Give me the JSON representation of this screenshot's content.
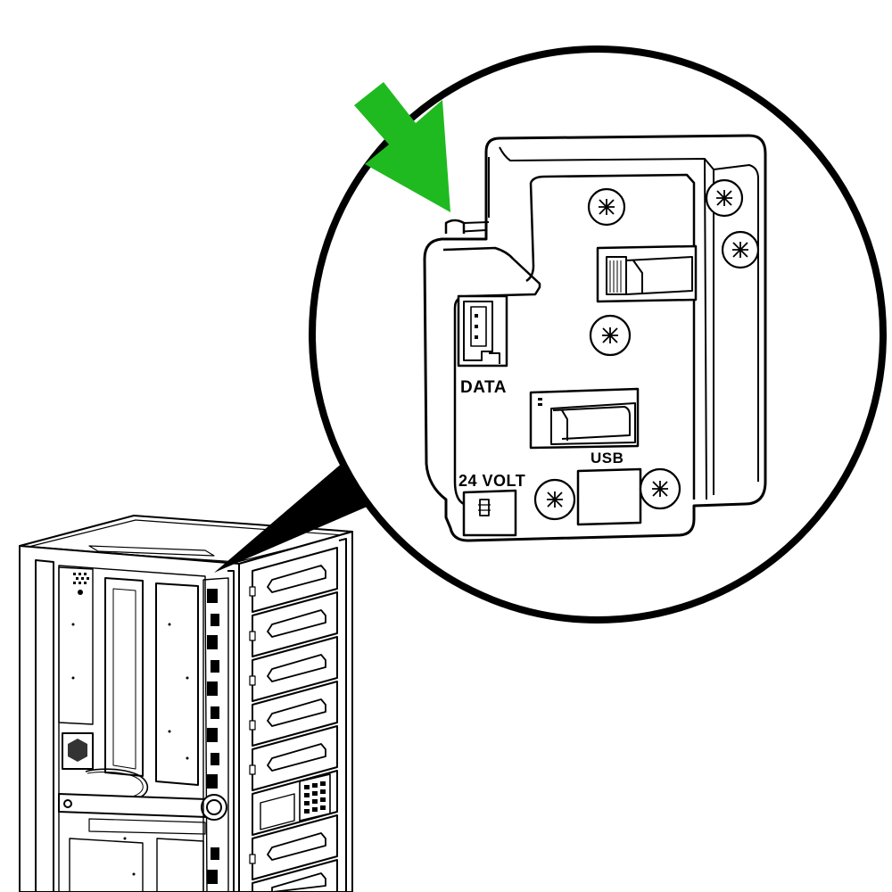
{
  "labels": {
    "data": "DATA",
    "usb": "USB",
    "voltage": "24 VOLT"
  },
  "colors": {
    "arrow": "#1fba1f",
    "line": "#000000",
    "background": "#ffffff"
  },
  "icons": {
    "pointer": "arrow-down-right-icon",
    "screw": "phillips-screw-icon"
  }
}
